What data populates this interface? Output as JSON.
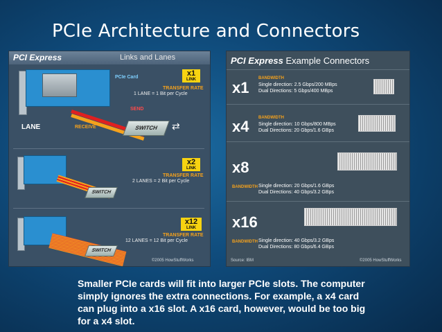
{
  "title": "PCIe Architecture and Connectors",
  "left_figure": {
    "header_brand": "PCI Express",
    "header_title": "Links and Lanes",
    "card_label": "PCIe Card",
    "lane_label": "LANE",
    "send_label": "SEND",
    "receive_label": "RECEIVE",
    "switch_label": "SWITCH",
    "link_word": "LINK",
    "transfer_rate_label": "TRANSFER RATE",
    "rows": [
      {
        "badge": "x1",
        "rate": "1 LANE = 1 Bit per Cycle"
      },
      {
        "badge": "x2",
        "rate": "2 LANES = 2 Bit per Cycle"
      },
      {
        "badge": "x12",
        "rate": "12 LANES = 12 Bit per Cycle"
      }
    ],
    "copyright": "©2005 HowStuffWorks"
  },
  "right_figure": {
    "header_brand": "PCI Express",
    "header_title": "Example Connectors",
    "bandwidth_label": "BANDWIDTH",
    "rows": [
      {
        "label": "x1",
        "single": "Single direction: 2.5 Gbps/200 MBps",
        "dual": "Dual Directions: 5 Gbps/400 MBps"
      },
      {
        "label": "x4",
        "single": "Single direction: 10 Gbps/800 MBps",
        "dual": "Dual Directions: 20 Gbps/1.6 GBps"
      },
      {
        "label": "x8",
        "single": "Single direction: 20 Gbps/1.6 GBps",
        "dual": "Dual Directions: 40 Gbps/3.2 GBps"
      },
      {
        "label": "x16",
        "single": "Single direction: 40 Gbps/3.2 GBps",
        "dual": "Dual Directions: 80 Gbps/6.4 GBps"
      }
    ],
    "source": "Source: IBM",
    "copyright": "©2005 HowStuffWorks"
  },
  "caption": "Smaller PCIe cards will fit into larger PCIe slots. The computer simply ignores the extra connections. For example, a x4 card can plug into a x16 slot. A x16 card, however, would be too big for a x4 slot."
}
